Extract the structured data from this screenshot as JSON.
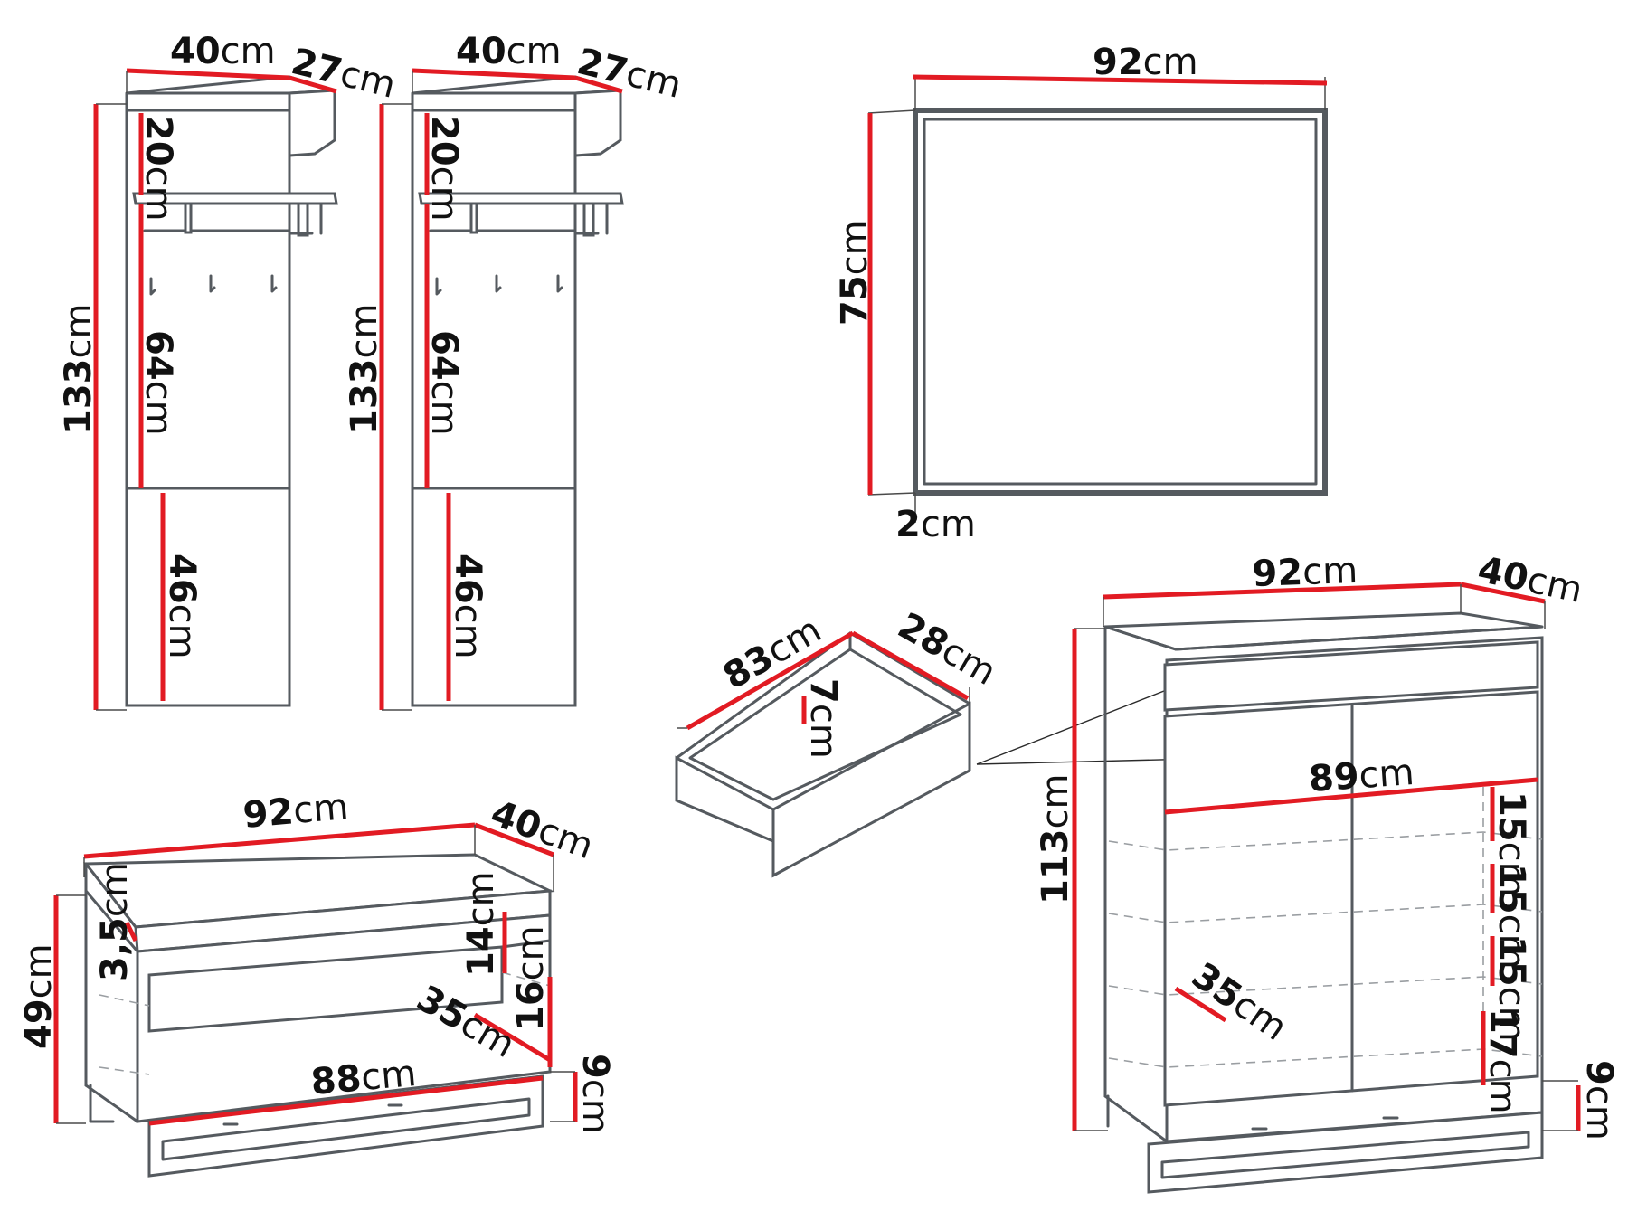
{
  "dimensions": {
    "panel_a": {
      "width": [
        "40",
        "cm"
      ],
      "depth": [
        "27",
        "cm"
      ],
      "height": [
        "133",
        "cm"
      ],
      "top": [
        "20",
        "cm"
      ],
      "middle": [
        "64",
        "cm"
      ],
      "bottom": [
        "46",
        "cm"
      ]
    },
    "panel_b": {
      "width": [
        "40",
        "cm"
      ],
      "depth": [
        "27",
        "cm"
      ],
      "height": [
        "133",
        "cm"
      ],
      "top": [
        "20",
        "cm"
      ],
      "middle": [
        "64",
        "cm"
      ],
      "bottom": [
        "46",
        "cm"
      ]
    },
    "mirror": {
      "width": [
        "92",
        "cm"
      ],
      "height": [
        "75",
        "cm"
      ],
      "thickness": [
        "2",
        "cm"
      ]
    },
    "drawer": {
      "width": [
        "83",
        "cm"
      ],
      "depth": [
        "28",
        "cm"
      ],
      "height": [
        "7",
        "cm"
      ]
    },
    "bench": {
      "width": [
        "92",
        "cm"
      ],
      "depth": [
        "40",
        "cm"
      ],
      "height": [
        "49",
        "cm"
      ],
      "top": [
        "3,5",
        "cm"
      ],
      "drawer": [
        "14",
        "cm"
      ],
      "compartment": [
        "16",
        "cm"
      ],
      "inner_depth": [
        "35",
        "cm"
      ],
      "inner_width": [
        "88",
        "cm"
      ],
      "base": [
        "9",
        "cm"
      ]
    },
    "cabinet": {
      "width": [
        "92",
        "cm"
      ],
      "depth": [
        "40",
        "cm"
      ],
      "height": [
        "113",
        "cm"
      ],
      "inner_width": [
        "89",
        "cm"
      ],
      "shelf_1": [
        "15",
        "cm"
      ],
      "shelf_2": [
        "15",
        "cm"
      ],
      "shelf_3": [
        "15",
        "cm"
      ],
      "shelf_4": [
        "17",
        "cm"
      ],
      "inner_depth": [
        "35",
        "cm"
      ],
      "base": [
        "9",
        "cm"
      ]
    }
  },
  "colors": {
    "dimension_line": "#e21b23",
    "outline": "#555a5f",
    "label": "#111111"
  }
}
